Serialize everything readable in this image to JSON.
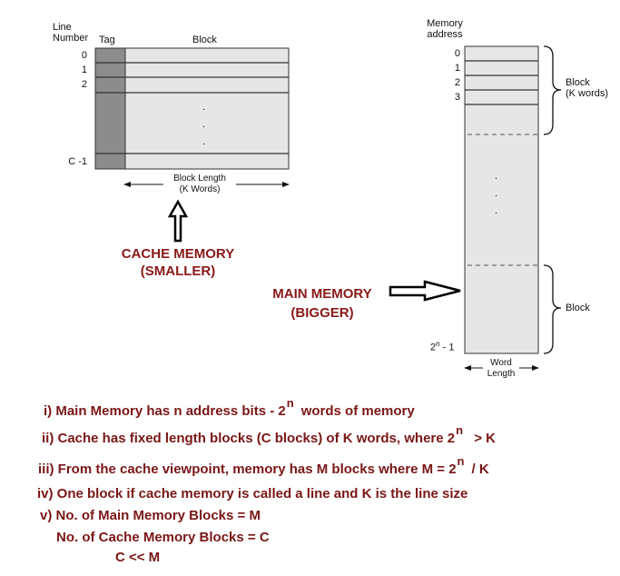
{
  "cache": {
    "line_number_header": [
      "Line",
      "Number"
    ],
    "tag_header": "Tag",
    "block_header": "Block",
    "line_labels": [
      "0",
      "1",
      "2",
      "C -1"
    ],
    "ellipsis": [
      ".",
      ".",
      "."
    ],
    "block_length_label": [
      "Block Length",
      "(K Words)"
    ],
    "title": [
      "CACHE MEMORY",
      "(SMALLER)"
    ]
  },
  "main_memory": {
    "address_header": [
      "Memory",
      "address"
    ],
    "address_labels": [
      "0",
      "1",
      "2",
      "3"
    ],
    "last_address_base": "2",
    "last_address_sup": "n",
    "last_address_tail": " - 1",
    "ellipsis": [
      ".",
      ".",
      "."
    ],
    "block_brace_label": [
      "Block",
      "(K words)"
    ],
    "block_brace_label_2": "Block",
    "word_length_label": [
      "Word",
      "Length"
    ],
    "title": [
      "MAIN MEMORY",
      "(BIGGER)"
    ]
  },
  "statements": [
    {
      "pre": "i) Main Memory has n address bits - 2",
      "sup": "n",
      "post": "words of memory"
    },
    {
      "pre": "ii) Cache has fixed length blocks  (C blocks)  of K words, where  2",
      "sup": "n",
      "post": " > K"
    },
    {
      "pre": "iii) From the cache viewpoint, memory has M blocks where M = 2",
      "sup": "n",
      "post": "/ K"
    },
    {
      "pre": "iv) One block if cache memory is called a line and K is the line size",
      "sup": "",
      "post": ""
    },
    {
      "pre": "v) No. of Main Memory Blocks = M",
      "sup": "",
      "post": ""
    },
    {
      "pre": "No. of Cache Memory Blocks = C",
      "sup": "",
      "post": ""
    },
    {
      "pre": "C << M",
      "sup": "",
      "post": ""
    }
  ],
  "colors": {
    "title_red": "#8a1818",
    "text_red": "#7a1616",
    "tag_fill": "#8c8c8c",
    "block_fill": "#e6e6e6"
  }
}
